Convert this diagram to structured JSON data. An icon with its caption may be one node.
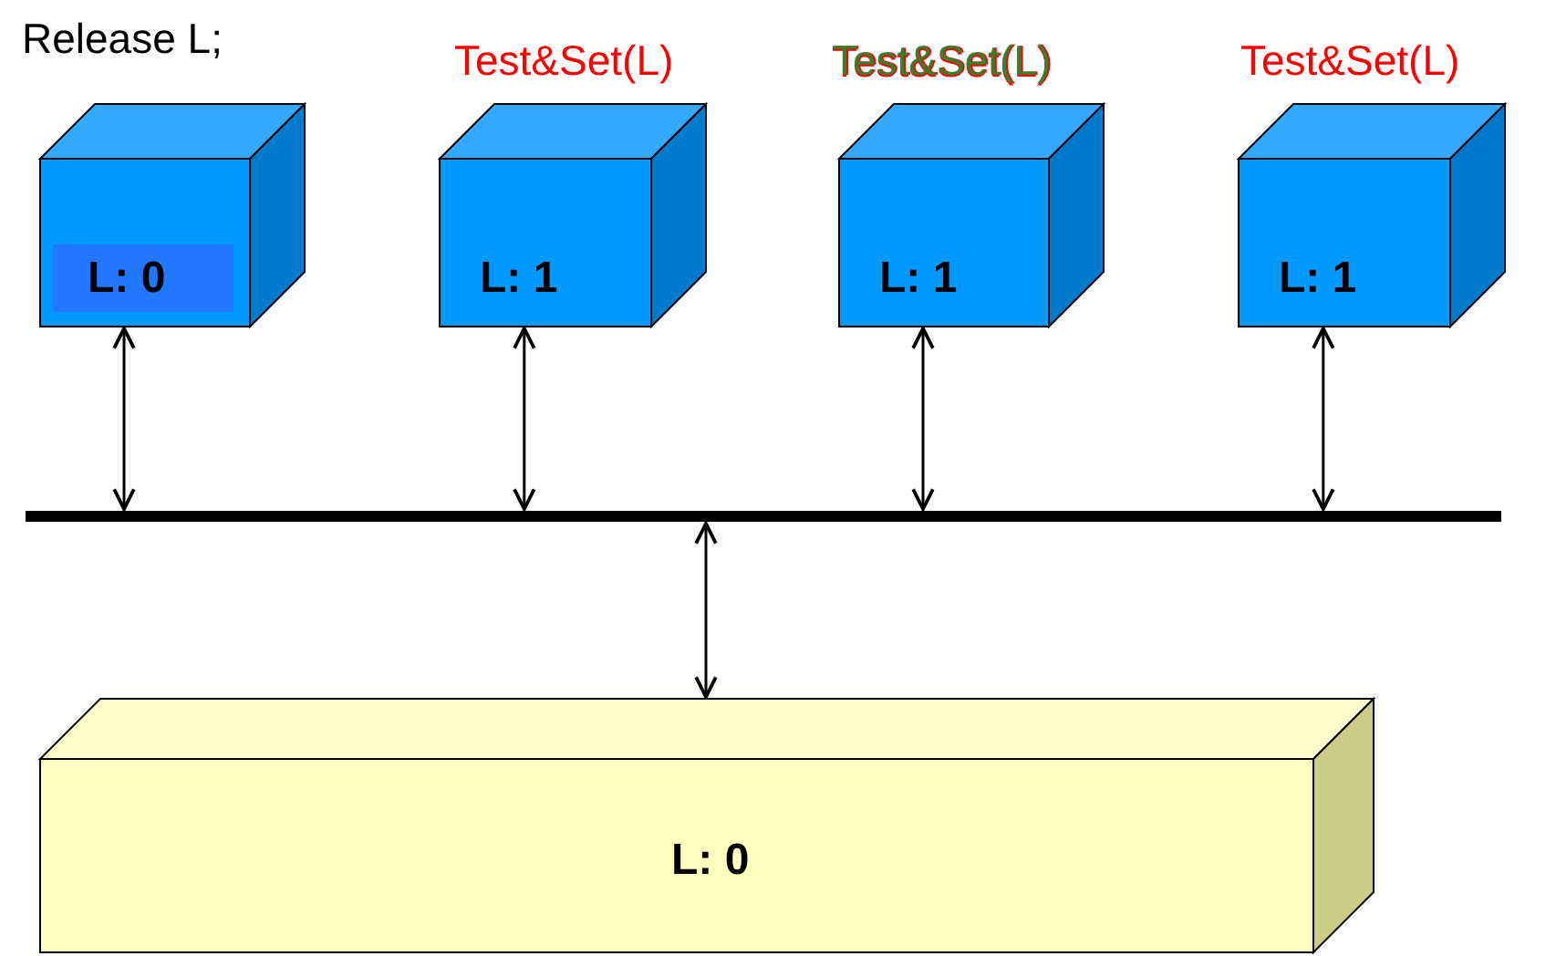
{
  "diagram": {
    "nodes": [
      {
        "text": [
          "L: 0"
        ],
        "beside": [
          "Release L;"
        ]
      },
      {
        "text": [
          "L: 1"
        ],
        "beside": [
          "Test&Set(L)"
        ]
      },
      {
        "text": [
          "L: 1"
        ],
        "beside": [
          "Test&Set(L)"
        ]
      },
      {
        "text": [
          "L: 1"
        ],
        "beside": [
          "Test&Set(L)"
        ]
      },
      {
        "text": [],
        "shape": "bar"
      },
      {
        "text": [
          "L: 0"
        ]
      }
    ],
    "edges": [
      {
        "from": 0,
        "to": 4,
        "arrow": "both"
      },
      {
        "from": 1,
        "to": 4,
        "arrow": "both"
      },
      {
        "from": 2,
        "to": 4,
        "arrow": "both"
      },
      {
        "from": 3,
        "to": 4,
        "arrow": "both"
      },
      {
        "from": 4,
        "to": 5,
        "arrow": "both"
      }
    ]
  }
}
